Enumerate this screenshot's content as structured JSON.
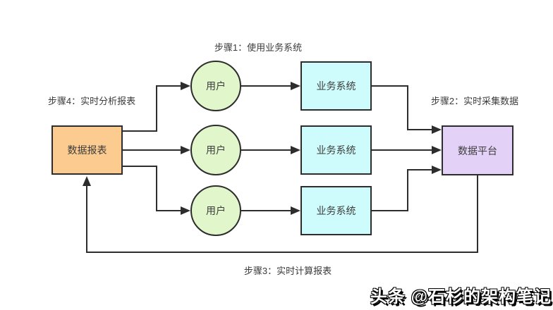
{
  "diagram": {
    "labels": {
      "step1": "步骤1：使用业务系统",
      "step2": "步骤2：实时采集数据",
      "step3": "步骤3：实时计算报表",
      "step4": "步骤4：实时分析报表"
    },
    "nodes": {
      "report": "数据报表",
      "users": [
        "用户",
        "用户",
        "用户"
      ],
      "systems": [
        "业务系统",
        "业务系统",
        "业务系统"
      ],
      "platform": "数据平台"
    },
    "edges": [
      {
        "from": "report",
        "to": "user-1"
      },
      {
        "from": "report",
        "to": "user-2"
      },
      {
        "from": "report",
        "to": "user-3"
      },
      {
        "from": "user-1",
        "to": "system-1"
      },
      {
        "from": "user-2",
        "to": "system-2"
      },
      {
        "from": "user-3",
        "to": "system-3"
      },
      {
        "from": "system-1",
        "to": "platform"
      },
      {
        "from": "system-2",
        "to": "platform"
      },
      {
        "from": "system-3",
        "to": "platform"
      },
      {
        "from": "platform",
        "to": "report"
      }
    ],
    "colors": {
      "report_fill": "#FBCB8F",
      "user_fill": "#E1F7CB",
      "system_fill": "#CEFBFB",
      "platform_fill": "#E4D1F8",
      "stroke": "#2D2D2D",
      "text": "#3C3C3C"
    },
    "watermark": "头条 @石杉的架构笔记"
  }
}
